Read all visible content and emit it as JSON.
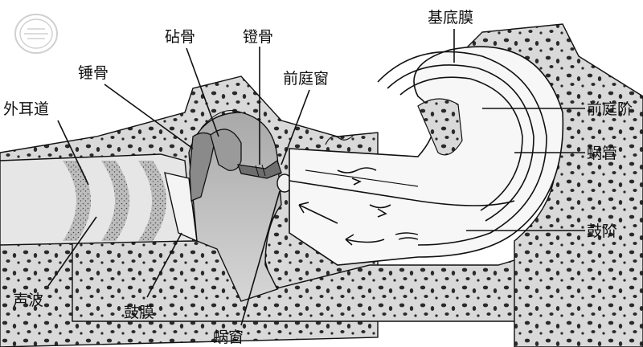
{
  "labels": {
    "basilar_membrane": "基底膜",
    "incus": "砧骨",
    "stapes": "镫骨",
    "malleus": "锤骨",
    "oval_window": "前庭窗",
    "external_auditory_canal": "外耳道",
    "scala_vestibuli": "前庭阶",
    "cochlear_duct": "蜗管",
    "scala_tympani": "鼓阶",
    "sound_wave": "声波",
    "tympanic_membrane": "鼓膜",
    "round_window": "蜗窗"
  },
  "watermark": "",
  "colors": {
    "ink": "#111111",
    "bone": "#d9d9d9",
    "bone_dark": "#9a9a9a",
    "cavity": "#c8c8c8",
    "canal": "#ececec",
    "watermark": "#5aa0c8"
  },
  "icons": {
    "logo": "seal-logo-icon"
  }
}
